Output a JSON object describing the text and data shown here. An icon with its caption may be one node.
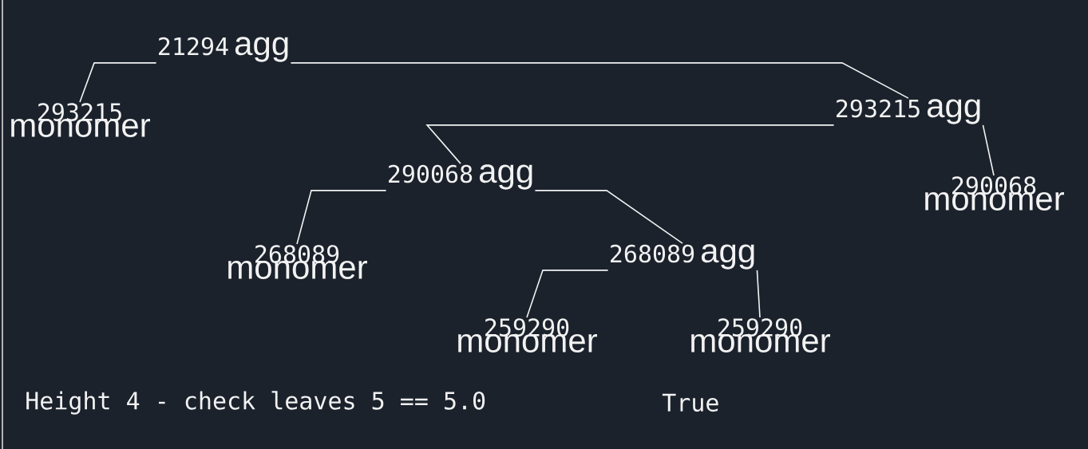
{
  "diagram": {
    "nodes": [
      {
        "text": [
          "21294",
          "agg"
        ]
      },
      {
        "text": [
          "293215",
          "monomer"
        ]
      },
      {
        "text": [
          "293215",
          "agg"
        ]
      },
      {
        "text": [
          "290068",
          "agg"
        ]
      },
      {
        "text": [
          "290068",
          "monomer"
        ]
      },
      {
        "text": [
          "268089",
          "monomer"
        ]
      },
      {
        "text": [
          "268089",
          "agg"
        ]
      },
      {
        "text": [
          "259290",
          "monomer"
        ]
      },
      {
        "text": [
          "259290",
          "monomer"
        ]
      }
    ],
    "edges": [
      {
        "from": 0,
        "to": 1,
        "arrow": "none"
      },
      {
        "from": 0,
        "to": 2,
        "arrow": "none"
      },
      {
        "from": 2,
        "to": 3,
        "arrow": "none"
      },
      {
        "from": 2,
        "to": 4,
        "arrow": "none"
      },
      {
        "from": 3,
        "to": 5,
        "arrow": "none"
      },
      {
        "from": 3,
        "to": 6,
        "arrow": "none"
      },
      {
        "from": 6,
        "to": 7,
        "arrow": "none"
      },
      {
        "from": 6,
        "to": 8,
        "arrow": "none"
      }
    ],
    "labels": [
      "Height 4 - check leaves 5 == 5.0",
      "True"
    ]
  }
}
